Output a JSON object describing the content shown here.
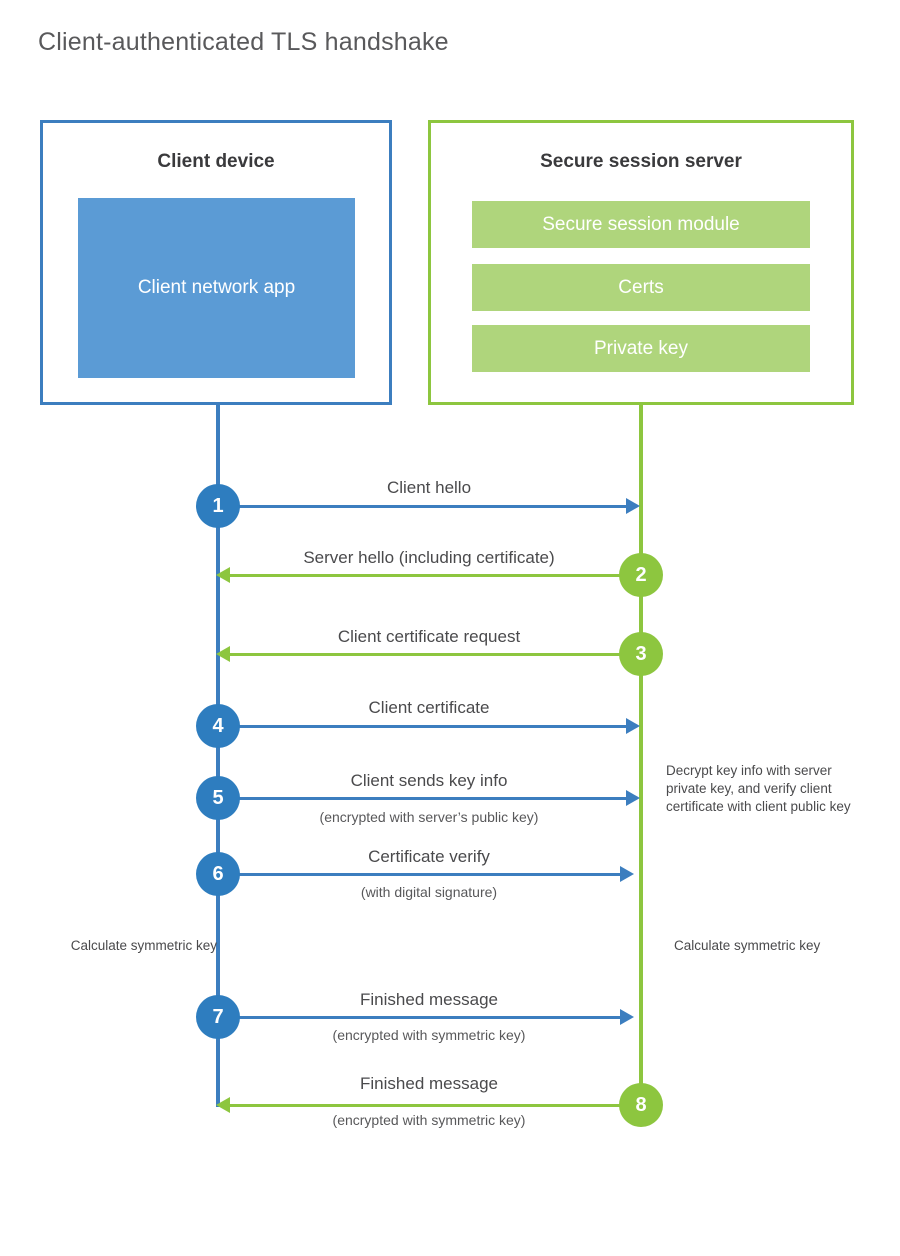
{
  "title": "Client-authenticated TLS handshake",
  "colors": {
    "blue_border": "#3C7EBF",
    "blue_fill": "#5B9BD5",
    "blue_circle": "#2E7DBF",
    "green_border": "#8DC63F",
    "green_fill": "#AFD57C",
    "green_circle": "#8DC63F",
    "title_text": "#59595b",
    "body_text": "#4a4a4c"
  },
  "actors": {
    "client": {
      "title": "Client device",
      "app_label": "Client network app"
    },
    "server": {
      "title": "Secure session server",
      "modules": [
        "Secure session module",
        "Certs",
        "Private key"
      ]
    }
  },
  "steps": [
    {
      "number": "1",
      "label": "Client hello",
      "sub": "",
      "direction": "client-to-server",
      "color": "blue"
    },
    {
      "number": "2",
      "label": "Server hello (including certificate)",
      "sub": "",
      "direction": "server-to-client",
      "color": "green"
    },
    {
      "number": "3",
      "label": "Client certificate request",
      "sub": "",
      "direction": "server-to-client",
      "color": "green"
    },
    {
      "number": "4",
      "label": "Client certificate",
      "sub": "",
      "direction": "client-to-server",
      "color": "blue"
    },
    {
      "number": "5",
      "label": "Client sends key info",
      "sub": "(encrypted with server’s public key)",
      "direction": "client-to-server",
      "color": "blue"
    },
    {
      "number": "6",
      "label": "Certificate verify",
      "sub": "(with digital signature)",
      "direction": "client-to-server",
      "color": "blue"
    },
    {
      "number": "7",
      "label": "Finished message",
      "sub": "(encrypted with symmetric key)",
      "direction": "client-to-server",
      "color": "blue"
    },
    {
      "number": "8",
      "label": "Finished message",
      "sub": "(encrypted with symmetric key)",
      "direction": "server-to-client",
      "color": "green"
    }
  ],
  "notes": {
    "decrypt": "Decrypt key info with server private key, and verify client certificate with client public key",
    "calculate_client": "Calculate symmetric key",
    "calculate_server": "Calculate symmetric key"
  }
}
